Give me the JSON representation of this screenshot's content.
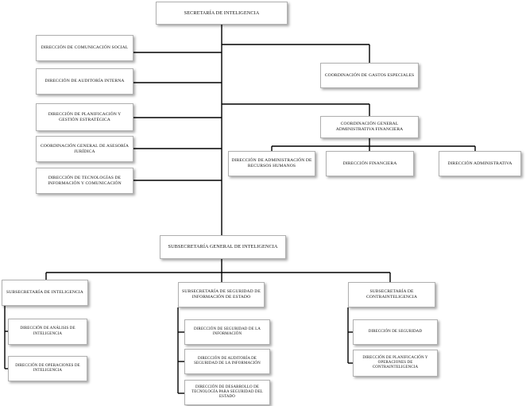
{
  "org_chart": {
    "top": "Secretaría de Inteligencia",
    "left_units": [
      "Dirección de Comunicación Social",
      "Dirección de Auditoría Interna",
      "Dirección de Planificación y Gestión Estratégica",
      "Coordinación General de Asesoría Jurídica",
      "Dirección de Tecnologías de Información y Comunicación"
    ],
    "gastos_especiales": "Coordinación de Gastos Especiales",
    "admin_financiera": {
      "title": "Coordinación General Administrativa Financiera",
      "children": [
        "Dirección de Administración de Recursos Humanos",
        "Dirección Financiera",
        "Dirección Administrativa"
      ]
    },
    "subsecretaria_general": "Subsecretaría General de Inteligencia",
    "subsecretarias": [
      {
        "title": "Subsecretaría de Inteligencia",
        "children": [
          "Dirección de Análisis de Inteligencia",
          "Dirección de Operaciones de Inteligencia"
        ]
      },
      {
        "title": "Subsecretaría de Seguridad de Información de Estado",
        "children": [
          "Dirección de Seguridad de la Información",
          "Dirección de Auditoría de Seguridad de la Información",
          "Dirección de Desarrollo de Tecnología para Seguridad del Estado"
        ]
      },
      {
        "title": "Subsecretaría de Contrainteligencia",
        "children": [
          "Dirección de Seguridad",
          "Dirección de Planificación y Operaciones de Contrainteligencia"
        ]
      }
    ]
  }
}
